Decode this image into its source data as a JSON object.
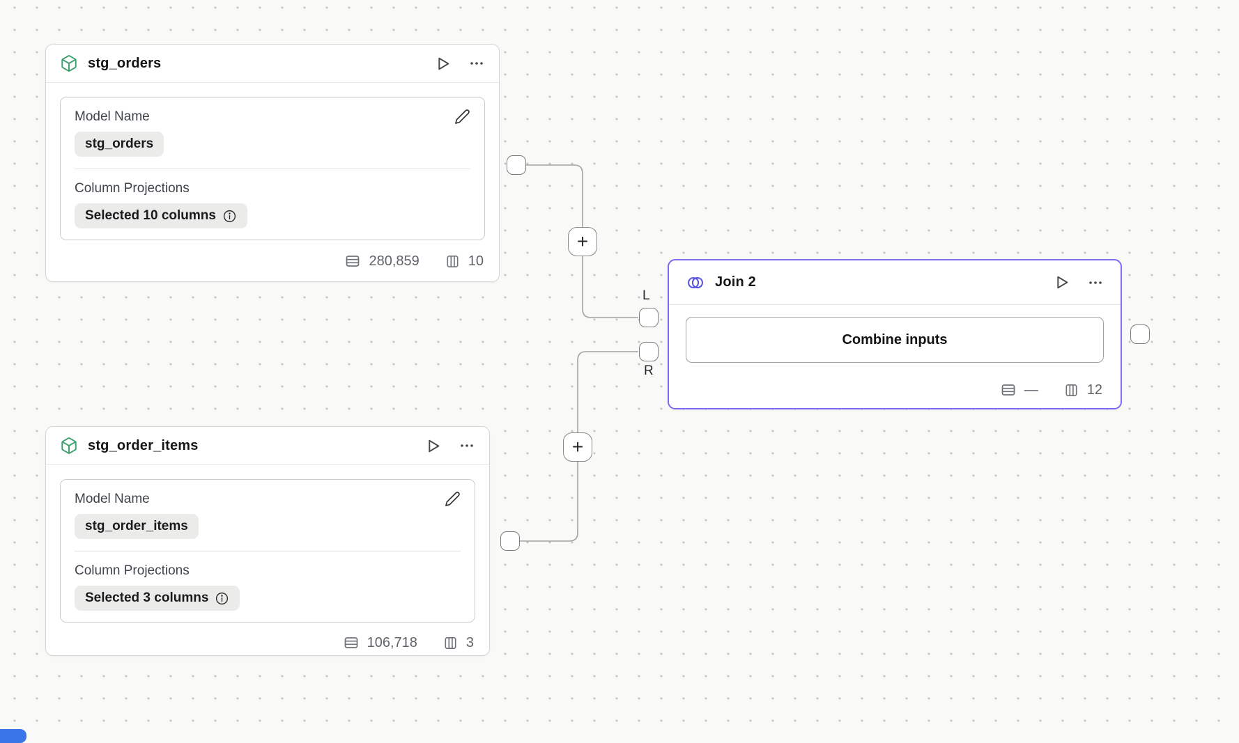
{
  "canvas": {
    "plus_label": "+",
    "accent_purple": "#7b6cf3",
    "accent_green": "#3da06f",
    "accent_blue": "#3b76e8"
  },
  "nodes": {
    "stg_orders": {
      "title": "stg_orders",
      "model_name": {
        "label": "Model Name",
        "value": "stg_orders"
      },
      "column_projections": {
        "label": "Column Projections",
        "value": "Selected 10 columns"
      },
      "stats": {
        "rows": "280,859",
        "columns": "10"
      }
    },
    "stg_order_items": {
      "title": "stg_order_items",
      "model_name": {
        "label": "Model Name",
        "value": "stg_order_items"
      },
      "column_projections": {
        "label": "Column Projections",
        "value": "Selected 3 columns"
      },
      "stats": {
        "rows": "106,718",
        "columns": "3"
      }
    },
    "join2": {
      "title": "Join 2",
      "combine_button": "Combine inputs",
      "stats": {
        "rows": "—",
        "columns": "12"
      },
      "ports": {
        "left": "L",
        "right": "R"
      }
    }
  }
}
